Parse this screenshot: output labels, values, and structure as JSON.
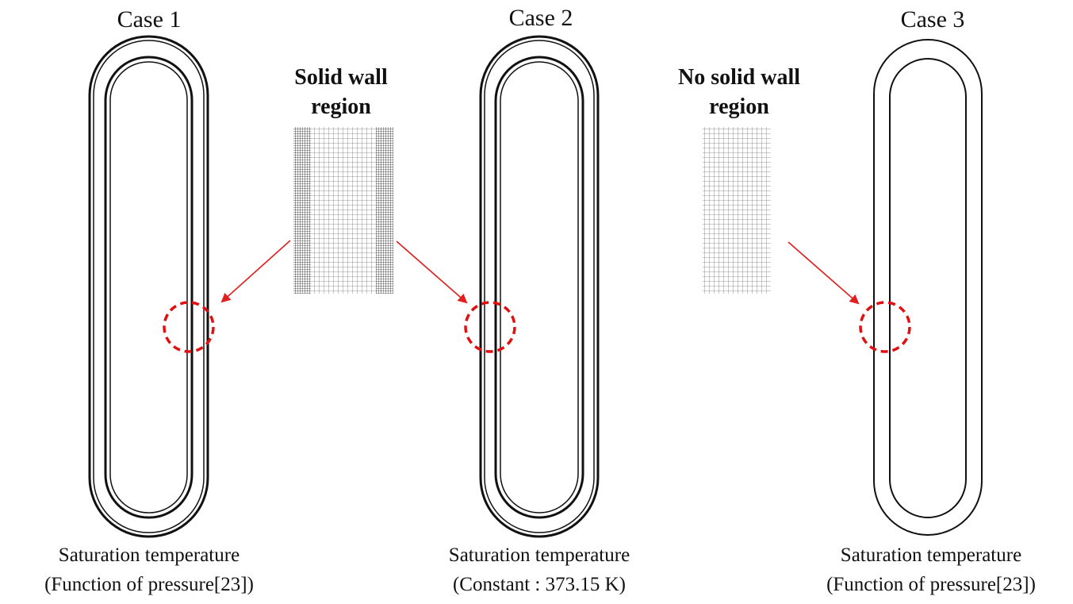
{
  "cases": [
    {
      "title": "Case 1",
      "caption_line1": "Saturation temperature",
      "caption_line2": "(Function of pressure[23])"
    },
    {
      "title": "Case 2",
      "caption_line1": "Saturation temperature",
      "caption_line2": "(Constant : 373.15  K)"
    },
    {
      "title": "Case 3",
      "caption_line1": "Saturation temperature",
      "caption_line2": "(Function of pressure[23])"
    }
  ],
  "regions": [
    {
      "label_line1": "Solid wall",
      "label_line2": "region",
      "mesh": "fine grid with denser wall columns on both sides"
    },
    {
      "label_line1": "No solid wall",
      "label_line2": "region",
      "mesh": "uniform fine grid"
    }
  ],
  "colors": {
    "outline": "#111111",
    "highlight": "#e01010",
    "arrow": "#e02020",
    "mesh": "#555555"
  }
}
